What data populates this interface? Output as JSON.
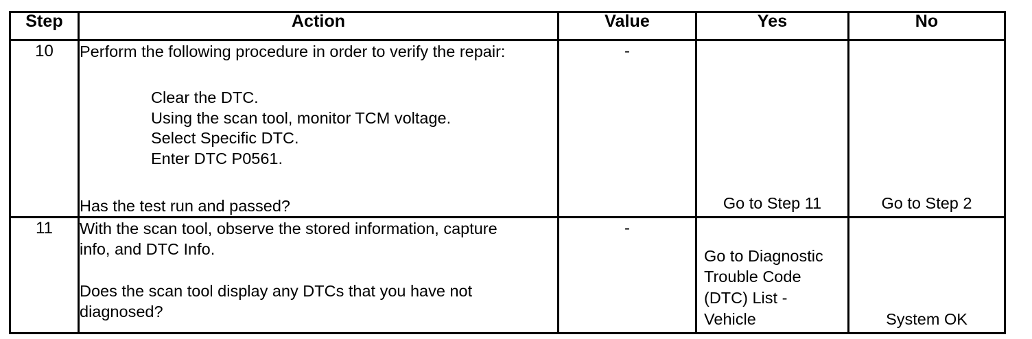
{
  "table": {
    "headers": {
      "step": "Step",
      "action": "Action",
      "value": "Value",
      "yes": "Yes",
      "no": "No"
    },
    "rows": [
      {
        "step": "10",
        "action": {
          "intro": "Perform the following procedure in order to verify the repair:",
          "steps": [
            "Clear the DTC.",
            "Using the scan tool, monitor TCM voltage.",
            "Select Specific DTC.",
            "Enter DTC P0561."
          ],
          "question": "Has the test run and passed?"
        },
        "value": "-",
        "yes": {
          "lines": [
            "Go to Step 11"
          ]
        },
        "no": {
          "lines": [
            "Go to Step 2"
          ]
        }
      },
      {
        "step": "11",
        "action": {
          "intro_line_1": "With the scan tool, observe the stored information, capture",
          "intro_line_2": "info, and DTC Info.",
          "question_line_1": "Does the scan tool display any DTCs that you have not",
          "question_line_2": "diagnosed?"
        },
        "value": "-",
        "yes": {
          "lines": [
            "Go to Diagnostic",
            "Trouble Code",
            "(DTC) List -",
            "Vehicle"
          ]
        },
        "no": {
          "lines": [
            "System OK"
          ]
        }
      }
    ]
  },
  "colors": {
    "border": "#000000",
    "text": "#000000",
    "background": "#ffffff"
  }
}
